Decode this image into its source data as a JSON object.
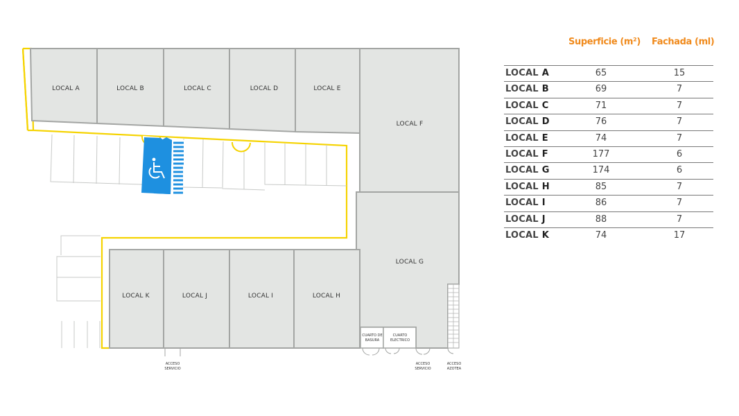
{
  "plan": {
    "locals": [
      {
        "id": "A",
        "label": "LOCAL A"
      },
      {
        "id": "B",
        "label": "LOCAL B"
      },
      {
        "id": "C",
        "label": "LOCAL C"
      },
      {
        "id": "D",
        "label": "LOCAL D"
      },
      {
        "id": "E",
        "label": "LOCAL E"
      },
      {
        "id": "F",
        "label": "LOCAL F"
      },
      {
        "id": "G",
        "label": "LOCAL G"
      },
      {
        "id": "H",
        "label": "LOCAL H"
      },
      {
        "id": "I",
        "label": "LOCAL I"
      },
      {
        "id": "J",
        "label": "LOCAL J"
      },
      {
        "id": "K",
        "label": "LOCAL K"
      }
    ],
    "rooms": {
      "basura": [
        "CUARTO DE",
        "BASURA"
      ],
      "electrico": [
        "CUARTO",
        "ELECTRICO"
      ]
    },
    "accesses": {
      "servicio_left": [
        "ACCESO",
        "SERVICIO"
      ],
      "servicio_right": [
        "ACCESO",
        "SERVICIO"
      ],
      "azotea": [
        "ACCESO",
        "AZOTEA"
      ]
    },
    "colors": {
      "local_fill": "#e3e5e3",
      "wall": "#a3a5a3",
      "yellow": "#f5d300",
      "accessible": "#1e90e0"
    },
    "accessible_icon": "wheelchair-icon"
  },
  "table": {
    "header_superficie": "Superficie (m²)",
    "header_fachada": "Fachada (ml)",
    "rows": [
      {
        "prefix": "LOCAL",
        "letter": "A",
        "superficie": "65",
        "fachada": "15"
      },
      {
        "prefix": "LOCAL",
        "letter": "B",
        "superficie": "69",
        "fachada": "7"
      },
      {
        "prefix": "LOCAL",
        "letter": "C",
        "superficie": "71",
        "fachada": "7"
      },
      {
        "prefix": "LOCAL",
        "letter": "D",
        "superficie": "76",
        "fachada": "7"
      },
      {
        "prefix": "LOCAL",
        "letter": "E",
        "superficie": "74",
        "fachada": "7"
      },
      {
        "prefix": "LOCAL",
        "letter": "F",
        "superficie": "177",
        "fachada": "6"
      },
      {
        "prefix": "LOCAL",
        "letter": "G",
        "superficie": "174",
        "fachada": "6"
      },
      {
        "prefix": "LOCAL",
        "letter": "H",
        "superficie": "85",
        "fachada": "7"
      },
      {
        "prefix": "LOCAL",
        "letter": "I",
        "superficie": "86",
        "fachada": "7"
      },
      {
        "prefix": "LOCAL",
        "letter": "J",
        "superficie": "88",
        "fachada": "7"
      },
      {
        "prefix": "LOCAL",
        "letter": "K",
        "superficie": "74",
        "fachada": "17"
      }
    ]
  }
}
